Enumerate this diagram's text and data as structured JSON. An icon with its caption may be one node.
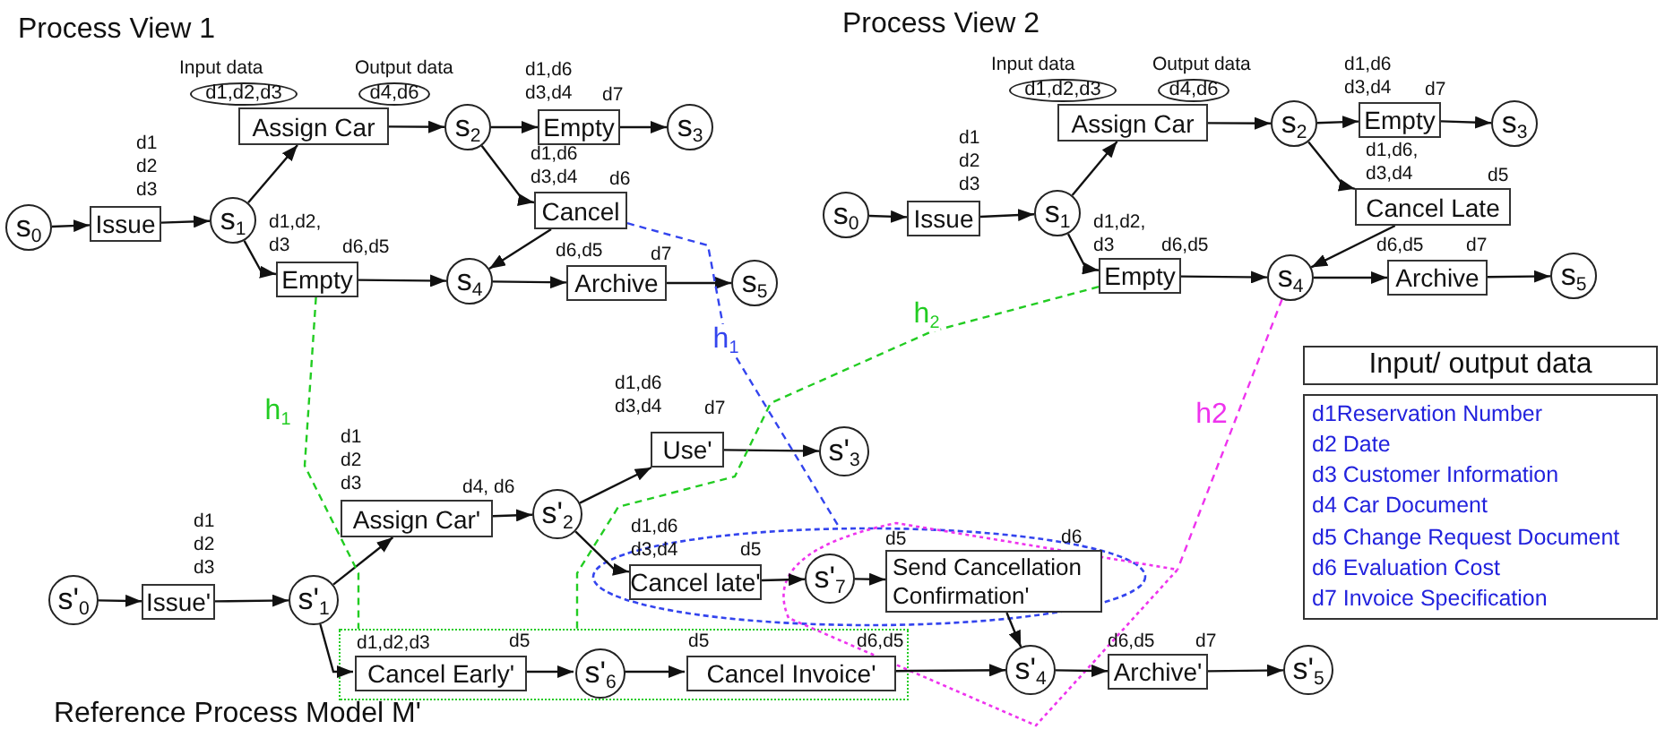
{
  "diagram": {
    "nodes": [
      {
        "text": [
          "s$_{0}$"
        ]
      },
      {
        "text": [
          "Issue"
        ],
        "beside": [
          "d1 d2 d3"
        ]
      },
      {
        "text": [
          "s$_{1}$"
        ]
      },
      {
        "text": [
          "Assign Car"
        ]
      },
      {
        "text": [
          "d1,d2,d3"
        ],
        "beside": [
          "Input data"
        ]
      },
      {
        "text": [
          "d4,d6"
        ],
        "beside": [
          "Output data"
        ]
      },
      {
        "text": [
          "s$_{2}$"
        ]
      },
      {
        "text": [
          "Empty"
        ],
        "beside": [
          "d1,d6 d3,d4",
          "d7"
        ]
      },
      {
        "text": [
          "s$_{3}$"
        ]
      },
      {
        "text": [
          "Cancel"
        ],
        "beside": [
          "d1,d6 d3,d4",
          "d6"
        ]
      },
      {
        "text": [
          "Empty"
        ],
        "beside": [
          "d1,d2, d3",
          "d6,d5"
        ]
      },
      {
        "text": [
          "s$_{4}$"
        ]
      },
      {
        "text": [
          "Archive"
        ],
        "beside": [
          "d6,d5",
          "d7"
        ]
      },
      {
        "text": [
          "s$_{5}$"
        ]
      },
      {
        "text": [
          "s$_{0}$"
        ]
      },
      {
        "text": [
          "Issue"
        ],
        "beside": [
          "d1 d2 d3"
        ]
      },
      {
        "text": [
          "s$_{1}$"
        ]
      },
      {
        "text": [
          "Assign Car"
        ]
      },
      {
        "text": [
          "d1,d2,d3"
        ],
        "beside": [
          "Input data"
        ]
      },
      {
        "text": [
          "d4,d6"
        ],
        "beside": [
          "Output data"
        ]
      },
      {
        "text": [
          "s$_{2}$"
        ]
      },
      {
        "text": [
          "Empty"
        ],
        "beside": [
          "d1,d6 d3,d4",
          "d7"
        ]
      },
      {
        "text": [
          "s$_{3}$"
        ]
      },
      {
        "text": [
          "Cancel Late"
        ],
        "beside": [
          "d1,d6, d3,d4",
          "d5"
        ]
      },
      {
        "text": [
          "Empty"
        ],
        "beside": [
          "d1,d2, d3",
          "d6,d5"
        ]
      },
      {
        "text": [
          "s$_{4}$"
        ]
      },
      {
        "text": [
          "Archive"
        ],
        "beside": [
          "d6,d5",
          "d7"
        ]
      },
      {
        "text": [
          "s$_{5}$"
        ]
      },
      {
        "text": [
          "s'$_{0}$"
        ]
      },
      {
        "text": [
          "Issue'"
        ],
        "beside": [
          "d1 d2 d3"
        ]
      },
      {
        "text": [
          "s'$_{1}$"
        ]
      },
      {
        "text": [
          "Assign Car'"
        ],
        "beside": [
          "d1 d2 d3",
          "d4, d6"
        ]
      },
      {
        "text": [
          "s'$_{2}$"
        ]
      },
      {
        "text": [
          "Use'"
        ],
        "beside": [
          "d1,d6 d3,d4",
          "d7"
        ]
      },
      {
        "text": [
          "s'$_{3}$"
        ]
      },
      {
        "text": [
          "Cancel late'"
        ],
        "beside": [
          "d1,d6 d3,d4",
          "d5"
        ],
        "in": 45
      },
      {
        "text": [
          "s'$_{7}$"
        ]
      },
      {
        "text": [
          "Send Cancellation Confirmation'"
        ],
        "beside": [
          "d5",
          "d6"
        ]
      },
      {
        "text": [
          "Cancel Early'"
        ],
        "beside": [
          "d1,d2,d3",
          "d5"
        ],
        "in": 44
      },
      {
        "text": [
          "s'$_{6}$"
        ],
        "in": 44
      },
      {
        "text": [
          "Cancel Invoice'"
        ],
        "beside": [
          "d5",
          "d6,d5"
        ],
        "in": 44
      },
      {
        "text": [
          "s'$_{4}$"
        ],
        "in": 46
      },
      {
        "text": [
          "Archive'"
        ],
        "beside": [
          "d6,d5",
          "d7"
        ]
      },
      {
        "text": [
          "s'$_{5}$"
        ]
      },
      {
        "text": [],
        "shape": "box"
      },
      {
        "text": [],
        "shape": "ellipse"
      },
      {
        "text": [],
        "shape": "polygon"
      },
      {
        "text": [
          "Input/ output data"
        ]
      },
      {
        "text": [
          "d1Reservation Number",
          "d2 Date",
          "d3 Customer Information",
          "d4 Car Document",
          "d5 Change Request Document",
          "d6 Evaluation Cost",
          "d7 Invoice Specification"
        ]
      }
    ],
    "edges": [
      {
        "from": 0,
        "to": 1,
        "arrow": "to"
      },
      {
        "from": 1,
        "to": 2,
        "arrow": "to"
      },
      {
        "from": 2,
        "to": 3,
        "arrow": "to"
      },
      {
        "from": 2,
        "to": 10,
        "arrow": "to"
      },
      {
        "from": 3,
        "to": 6,
        "arrow": "to"
      },
      {
        "from": 6,
        "to": 7,
        "arrow": "to"
      },
      {
        "from": 7,
        "to": 8,
        "arrow": "to"
      },
      {
        "from": 6,
        "to": 9,
        "arrow": "to"
      },
      {
        "from": 9,
        "to": 11,
        "arrow": "to"
      },
      {
        "from": 10,
        "to": 11,
        "arrow": "to"
      },
      {
        "from": 11,
        "to": 12,
        "arrow": "to"
      },
      {
        "from": 12,
        "to": 13,
        "arrow": "to"
      },
      {
        "from": 14,
        "to": 15,
        "arrow": "to"
      },
      {
        "from": 15,
        "to": 16,
        "arrow": "to"
      },
      {
        "from": 16,
        "to": 17,
        "arrow": "to"
      },
      {
        "from": 16,
        "to": 24,
        "arrow": "to"
      },
      {
        "from": 17,
        "to": 20,
        "arrow": "to"
      },
      {
        "from": 20,
        "to": 21,
        "arrow": "to"
      },
      {
        "from": 21,
        "to": 22,
        "arrow": "to"
      },
      {
        "from": 20,
        "to": 23,
        "arrow": "to"
      },
      {
        "from": 23,
        "to": 25,
        "arrow": "to"
      },
      {
        "from": 24,
        "to": 25,
        "arrow": "to"
      },
      {
        "from": 25,
        "to": 26,
        "arrow": "to"
      },
      {
        "from": 26,
        "to": 27,
        "arrow": "to"
      },
      {
        "from": 28,
        "to": 29,
        "arrow": "to"
      },
      {
        "from": 29,
        "to": 30,
        "arrow": "to"
      },
      {
        "from": 30,
        "to": 31,
        "arrow": "to"
      },
      {
        "from": 30,
        "to": 38,
        "arrow": "to"
      },
      {
        "from": 31,
        "to": 32,
        "arrow": "to"
      },
      {
        "from": 32,
        "to": 33,
        "arrow": "to"
      },
      {
        "from": 33,
        "to": 34,
        "arrow": "to"
      },
      {
        "from": 32,
        "to": 35,
        "arrow": "to"
      },
      {
        "from": 35,
        "to": 36,
        "arrow": "to"
      },
      {
        "from": 36,
        "to": 37,
        "arrow": "to"
      },
      {
        "from": 37,
        "to": 41,
        "arrow": "to"
      },
      {
        "from": 38,
        "to": 39,
        "arrow": "to"
      },
      {
        "from": 39,
        "to": 40,
        "arrow": "to"
      },
      {
        "from": 40,
        "to": 41,
        "arrow": "to"
      },
      {
        "from": 41,
        "to": 42,
        "arrow": "to"
      },
      {
        "from": 42,
        "to": 43,
        "arrow": "to"
      },
      {
        "from": 10,
        "to": 44,
        "arrow": "none",
        "label": "h$_{1}$",
        "style": "dashed",
        "color": "#22cc22"
      },
      {
        "from": 9,
        "to": 45,
        "arrow": "none",
        "label": "h$_{1}$",
        "style": "dashed",
        "color": "#3344ee"
      },
      {
        "from": 24,
        "to": 44,
        "arrow": "none",
        "label": "h$_{2}$",
        "style": "dashed",
        "color": "#22cc22"
      },
      {
        "from": 25,
        "to": 46,
        "arrow": "none",
        "label": "h2",
        "style": "dashed",
        "color": "#ee33ee"
      }
    ],
    "labels": [
      "Process View 1",
      "Process View 2",
      "Reference Process Model M'"
    ]
  }
}
